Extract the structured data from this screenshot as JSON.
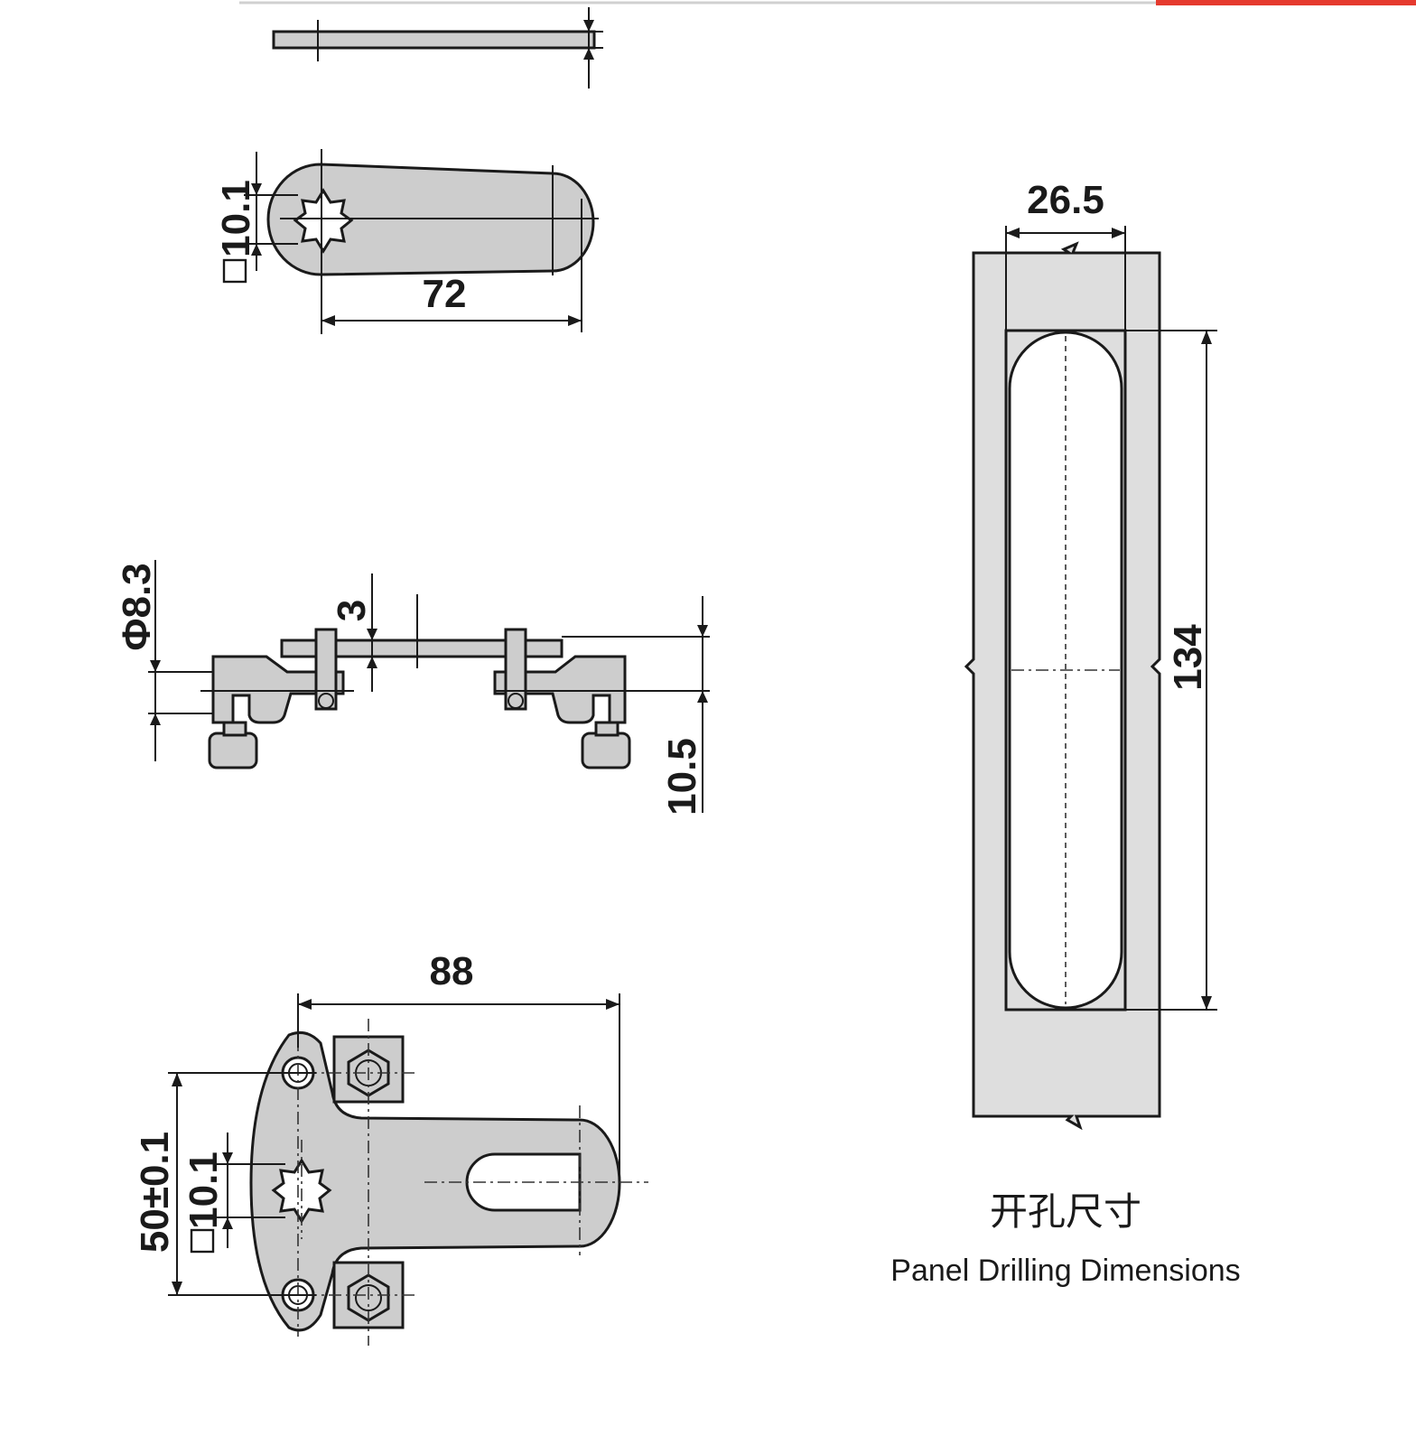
{
  "dimensions": {
    "top_view_square": "10.1",
    "top_view_length": "72",
    "side_view_diameter": "Φ8.3",
    "side_view_thickness": "3",
    "side_view_height": "10.5",
    "front_view_length": "88",
    "front_view_spacing": "50±0.1",
    "front_view_square": "10.1",
    "cutout_width": "26.5",
    "cutout_height": "134"
  },
  "caption": {
    "chinese": "开孔尺寸",
    "english": "Panel Drilling Dimensions"
  },
  "colors": {
    "part_fill": "#cdcdcd",
    "panel_fill": "#dedede",
    "line": "#1a1a1a",
    "accent_bar": "#e53a2e"
  }
}
